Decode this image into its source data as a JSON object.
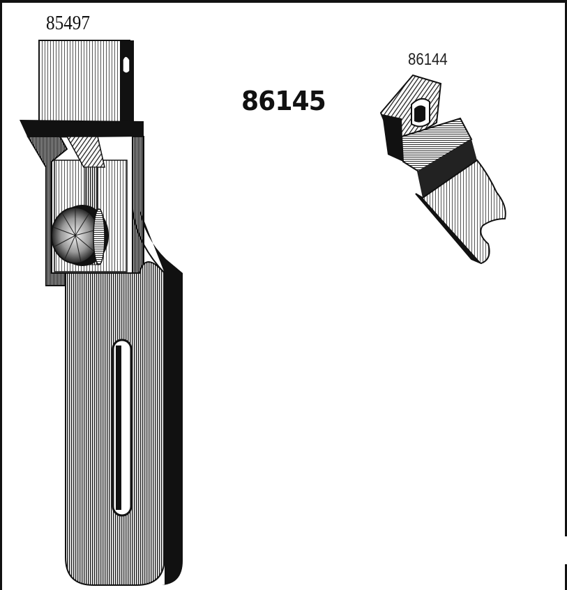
{
  "labels": {
    "attachment": "85497",
    "center_part": "86145",
    "foot": "86144"
  },
  "colors": {
    "ink": "#111111",
    "paper": "#ffffff",
    "mid_tone": "#6b6b6b",
    "light_tone": "#c9c9c9"
  }
}
